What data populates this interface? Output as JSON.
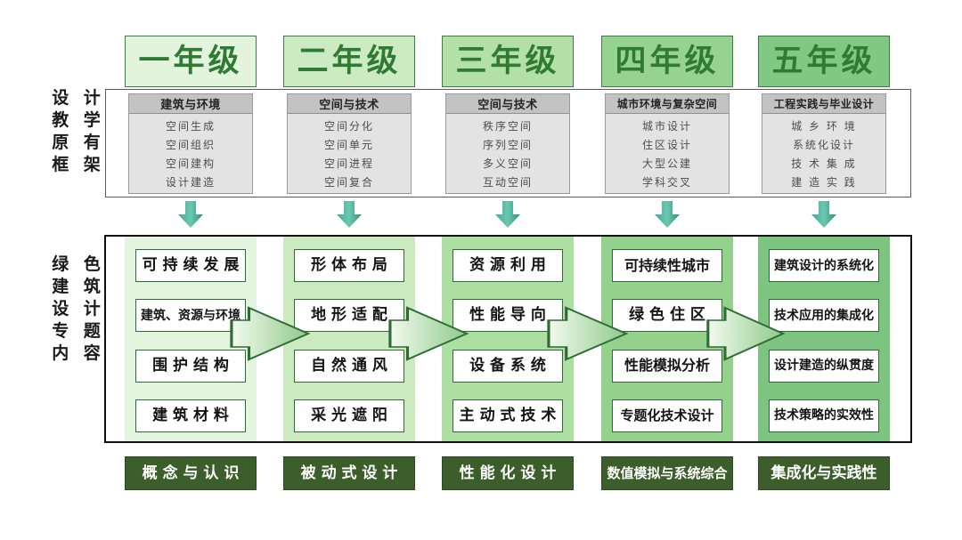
{
  "row_labels": {
    "top": "设 计\n教 学\n原 有\n框 架",
    "bottom": "绿 色\n建 筑\n设 计\n专 题\n内 容"
  },
  "icons": {
    "down_arrow": "down-arrow-icon",
    "right_arrow": "right-arrow-icon"
  },
  "palette": {
    "col1_bg": "#e4f5df",
    "col2_bg": "#cbeac0",
    "col3_bg": "#aedfa2",
    "col4_bg": "#93d18c",
    "col5_bg": "#7cc47f",
    "grade_text": "#2f7a34",
    "phase_bg": "#3c5e2a",
    "legacy_title_bg": "#c3c3c3",
    "legacy_body_bg": "#e3e3e3",
    "down_arrow": "#4fb8a0",
    "right_arrow": "#cfe9c2"
  },
  "columns": [
    {
      "grade": "一年级",
      "legacy_title": "建筑与环境",
      "legacy_items": [
        "空间生成",
        "空间组织",
        "空间建构",
        "设计建造"
      ],
      "topics": [
        "可 持 续 发 展",
        "建筑、资源与环境",
        "围 护 结 构",
        "建 筑 材 料"
      ],
      "phase": "概 念 与 认 识",
      "bg": "#e4f5df",
      "head_bg": "#e2f4dc"
    },
    {
      "grade": "二年级",
      "legacy_title": "空间与技术",
      "legacy_items": [
        "空间分化",
        "空间单元",
        "空间进程",
        "空间复合"
      ],
      "topics": [
        "形 体 布 局",
        "地 形 适 配",
        "自 然 通 风",
        "采 光 遮 阳"
      ],
      "phase": "被 动 式 设 计",
      "bg": "#cbeac0",
      "head_bg": "#cdebc2"
    },
    {
      "grade": "三年级",
      "legacy_title": "空间与技术",
      "legacy_items": [
        "秩序空间",
        "序列空间",
        "多义空间",
        "互动空间"
      ],
      "topics": [
        "资 源 利 用",
        "性 能 导 向",
        "设 备 系 统",
        "主 动 式 技 术"
      ],
      "phase": "性 能 化 设 计",
      "bg": "#aedfa2",
      "head_bg": "#b2e0a6"
    },
    {
      "grade": "四年级",
      "legacy_title": "城市环境与复杂空间",
      "legacy_items": [
        "城市设计",
        "住区设计",
        "大型公建",
        "学科交叉"
      ],
      "topics": [
        "可持续性城市",
        "绿 色 住 区",
        "性能模拟分析",
        "专题化技术设计"
      ],
      "phase": "数值模拟与系统综合",
      "bg": "#93d18c",
      "head_bg": "#97d390"
    },
    {
      "grade": "五年级",
      "legacy_title": "工程实践与毕业设计",
      "legacy_items": [
        "城 乡 环 境",
        "系统化设计",
        "技 术 集 成",
        "建 造 实 践"
      ],
      "topics": [
        "建筑设计的系统化",
        "技术应用的集成化",
        "设计建造的纵贯度",
        "技术策略的实效性"
      ],
      "phase": "集成化与实践性",
      "bg": "#7cc47f",
      "head_bg": "#82c885"
    }
  ]
}
